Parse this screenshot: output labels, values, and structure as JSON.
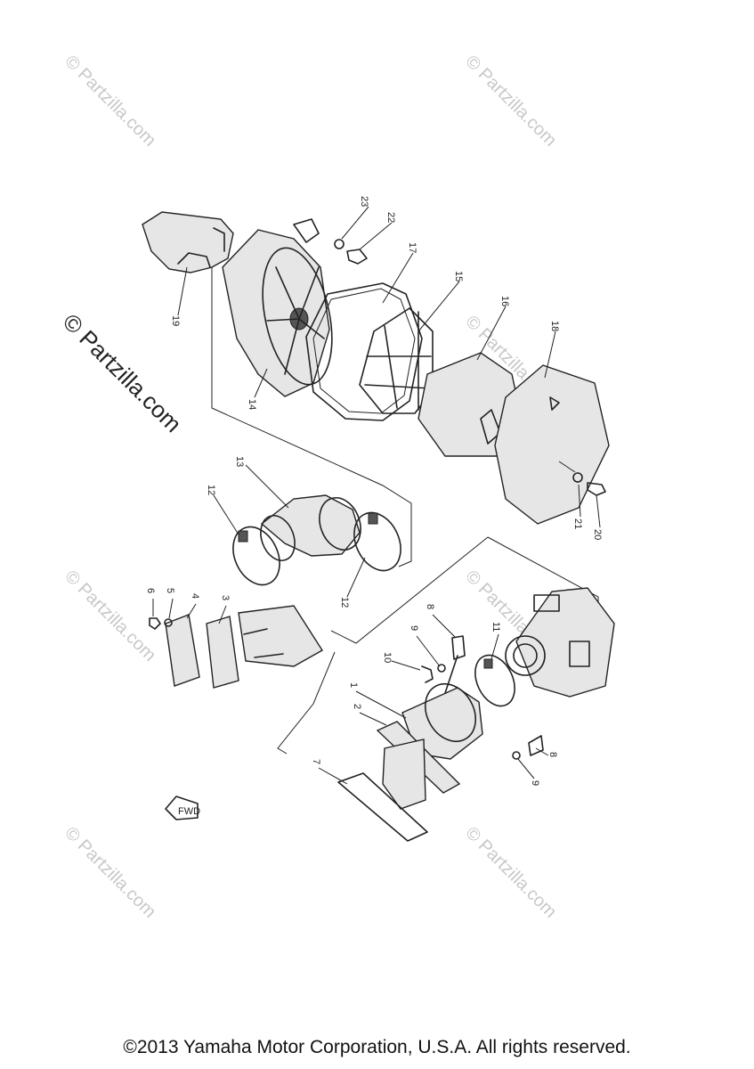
{
  "watermarks": {
    "small": "© Partzilla.com",
    "large": "© Partzilla.com"
  },
  "fwd_label": "FWD",
  "callouts": [
    "1",
    "2",
    "3",
    "4",
    "5",
    "6",
    "7",
    "8",
    "8",
    "9",
    "9",
    "10",
    "11",
    "12",
    "12",
    "13",
    "14",
    "15",
    "16",
    "17",
    "18",
    "19",
    "20",
    "21",
    "22",
    "23"
  ],
  "footer": "©2013 Yamaha Motor Corporation, U.S.A. All rights reserved."
}
